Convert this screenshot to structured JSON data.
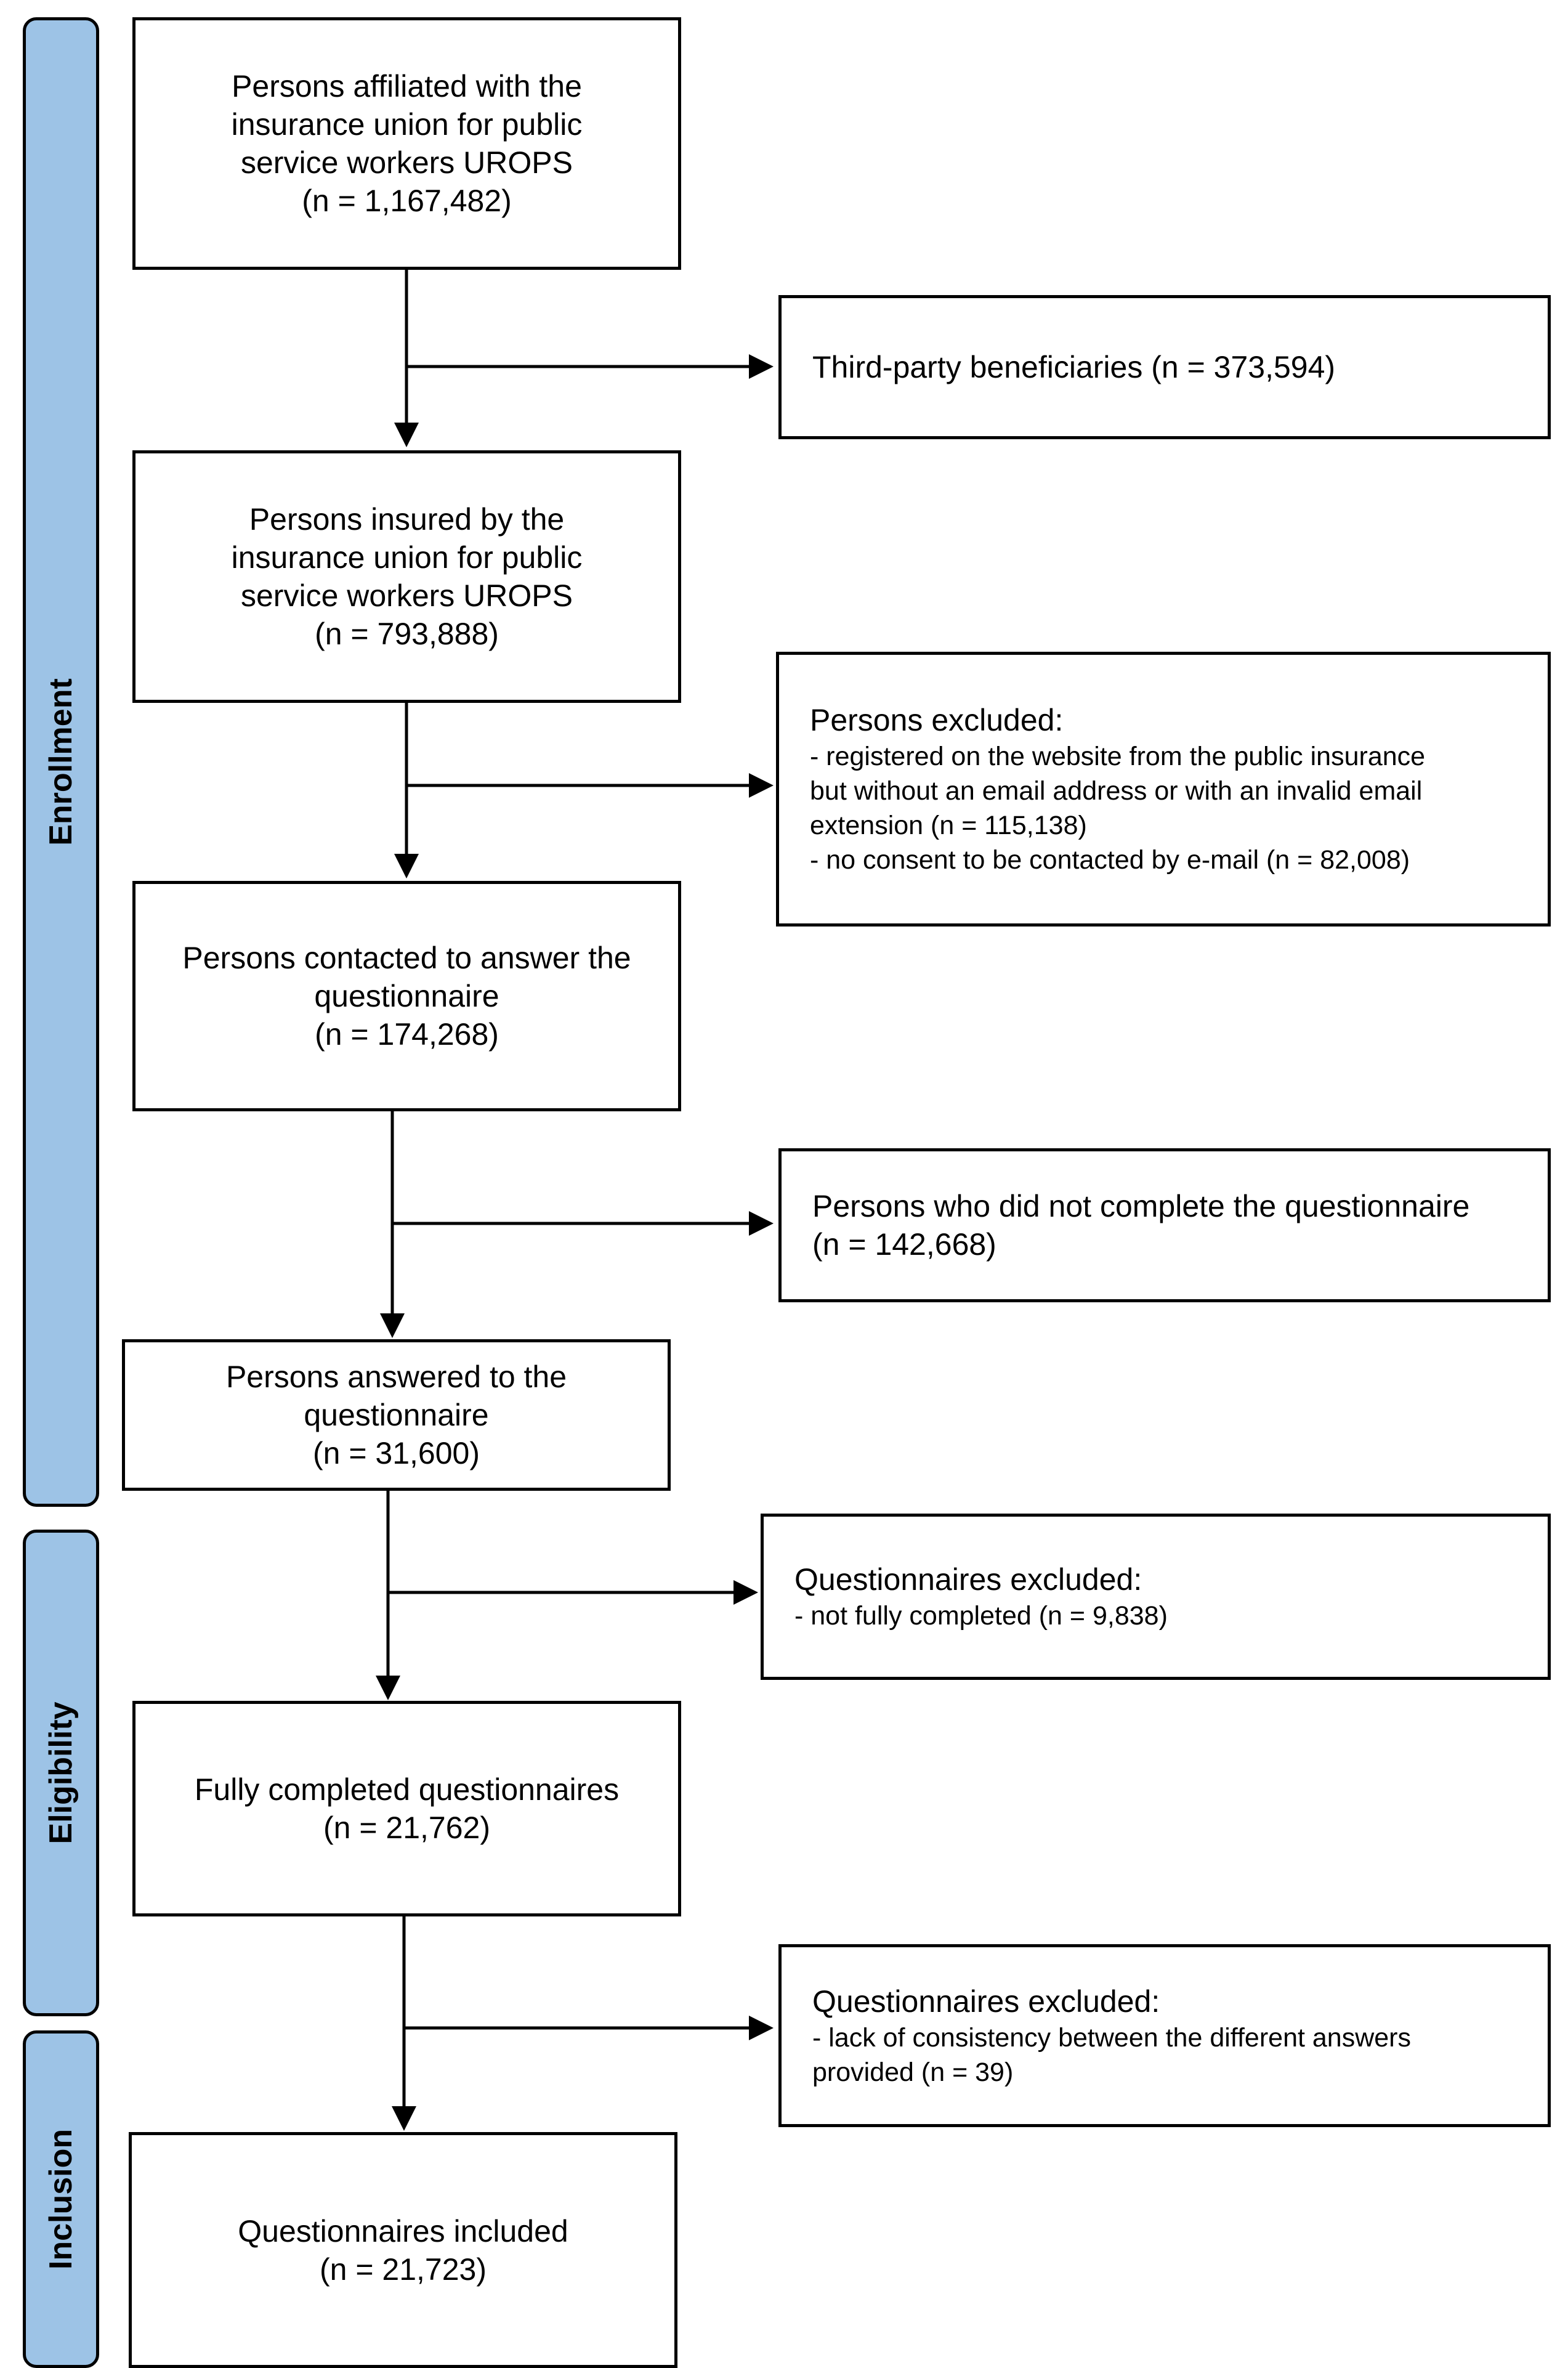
{
  "stages": {
    "enrollment": "Enrollment",
    "eligibility": "Eligibility",
    "inclusion": "Inclusion"
  },
  "main": {
    "affiliated": {
      "text": "Persons affiliated with the\ninsurance union for public\nservice workers UROPS",
      "n": "(n = 1,167,482)"
    },
    "insured": {
      "text": "Persons insured by the\ninsurance union for public\nservice workers UROPS",
      "n": "(n = 793,888)"
    },
    "contacted": {
      "text": "Persons contacted to answer the\nquestionnaire",
      "n": "(n = 174,268)"
    },
    "answered": {
      "text": "Persons answered to the\nquestionnaire",
      "n": "(n = 31,600)"
    },
    "completed": {
      "text": "Fully completed questionnaires",
      "n": "(n = 21,762)"
    },
    "included": {
      "text": "Questionnaires included",
      "n": "(n = 21,723)"
    }
  },
  "side": {
    "third_party": {
      "text": "Third-party beneficiaries (n = 373,594)"
    },
    "excluded_persons": {
      "title": "Persons excluded:",
      "items": "   - registered on the website from the public insurance\nbut without an email address or with an invalid email\nextension (n = 115,138)\n   - no consent to be contacted by e-mail (n = 82,008)"
    },
    "not_completed": {
      "text": "Persons who did not complete the questionnaire",
      "n": "(n = 142,668)"
    },
    "excluded_q1": {
      "title": "Questionnaires excluded:",
      "items": "   - not fully completed (n = 9,838)"
    },
    "excluded_q2": {
      "title": "Questionnaires excluded:",
      "items": "   - lack of consistency between the different answers\nprovided (n = 39)"
    }
  },
  "colors": {
    "stage_fill": "#9dc3e6",
    "line": "#000000",
    "box_fill": "#ffffff"
  }
}
